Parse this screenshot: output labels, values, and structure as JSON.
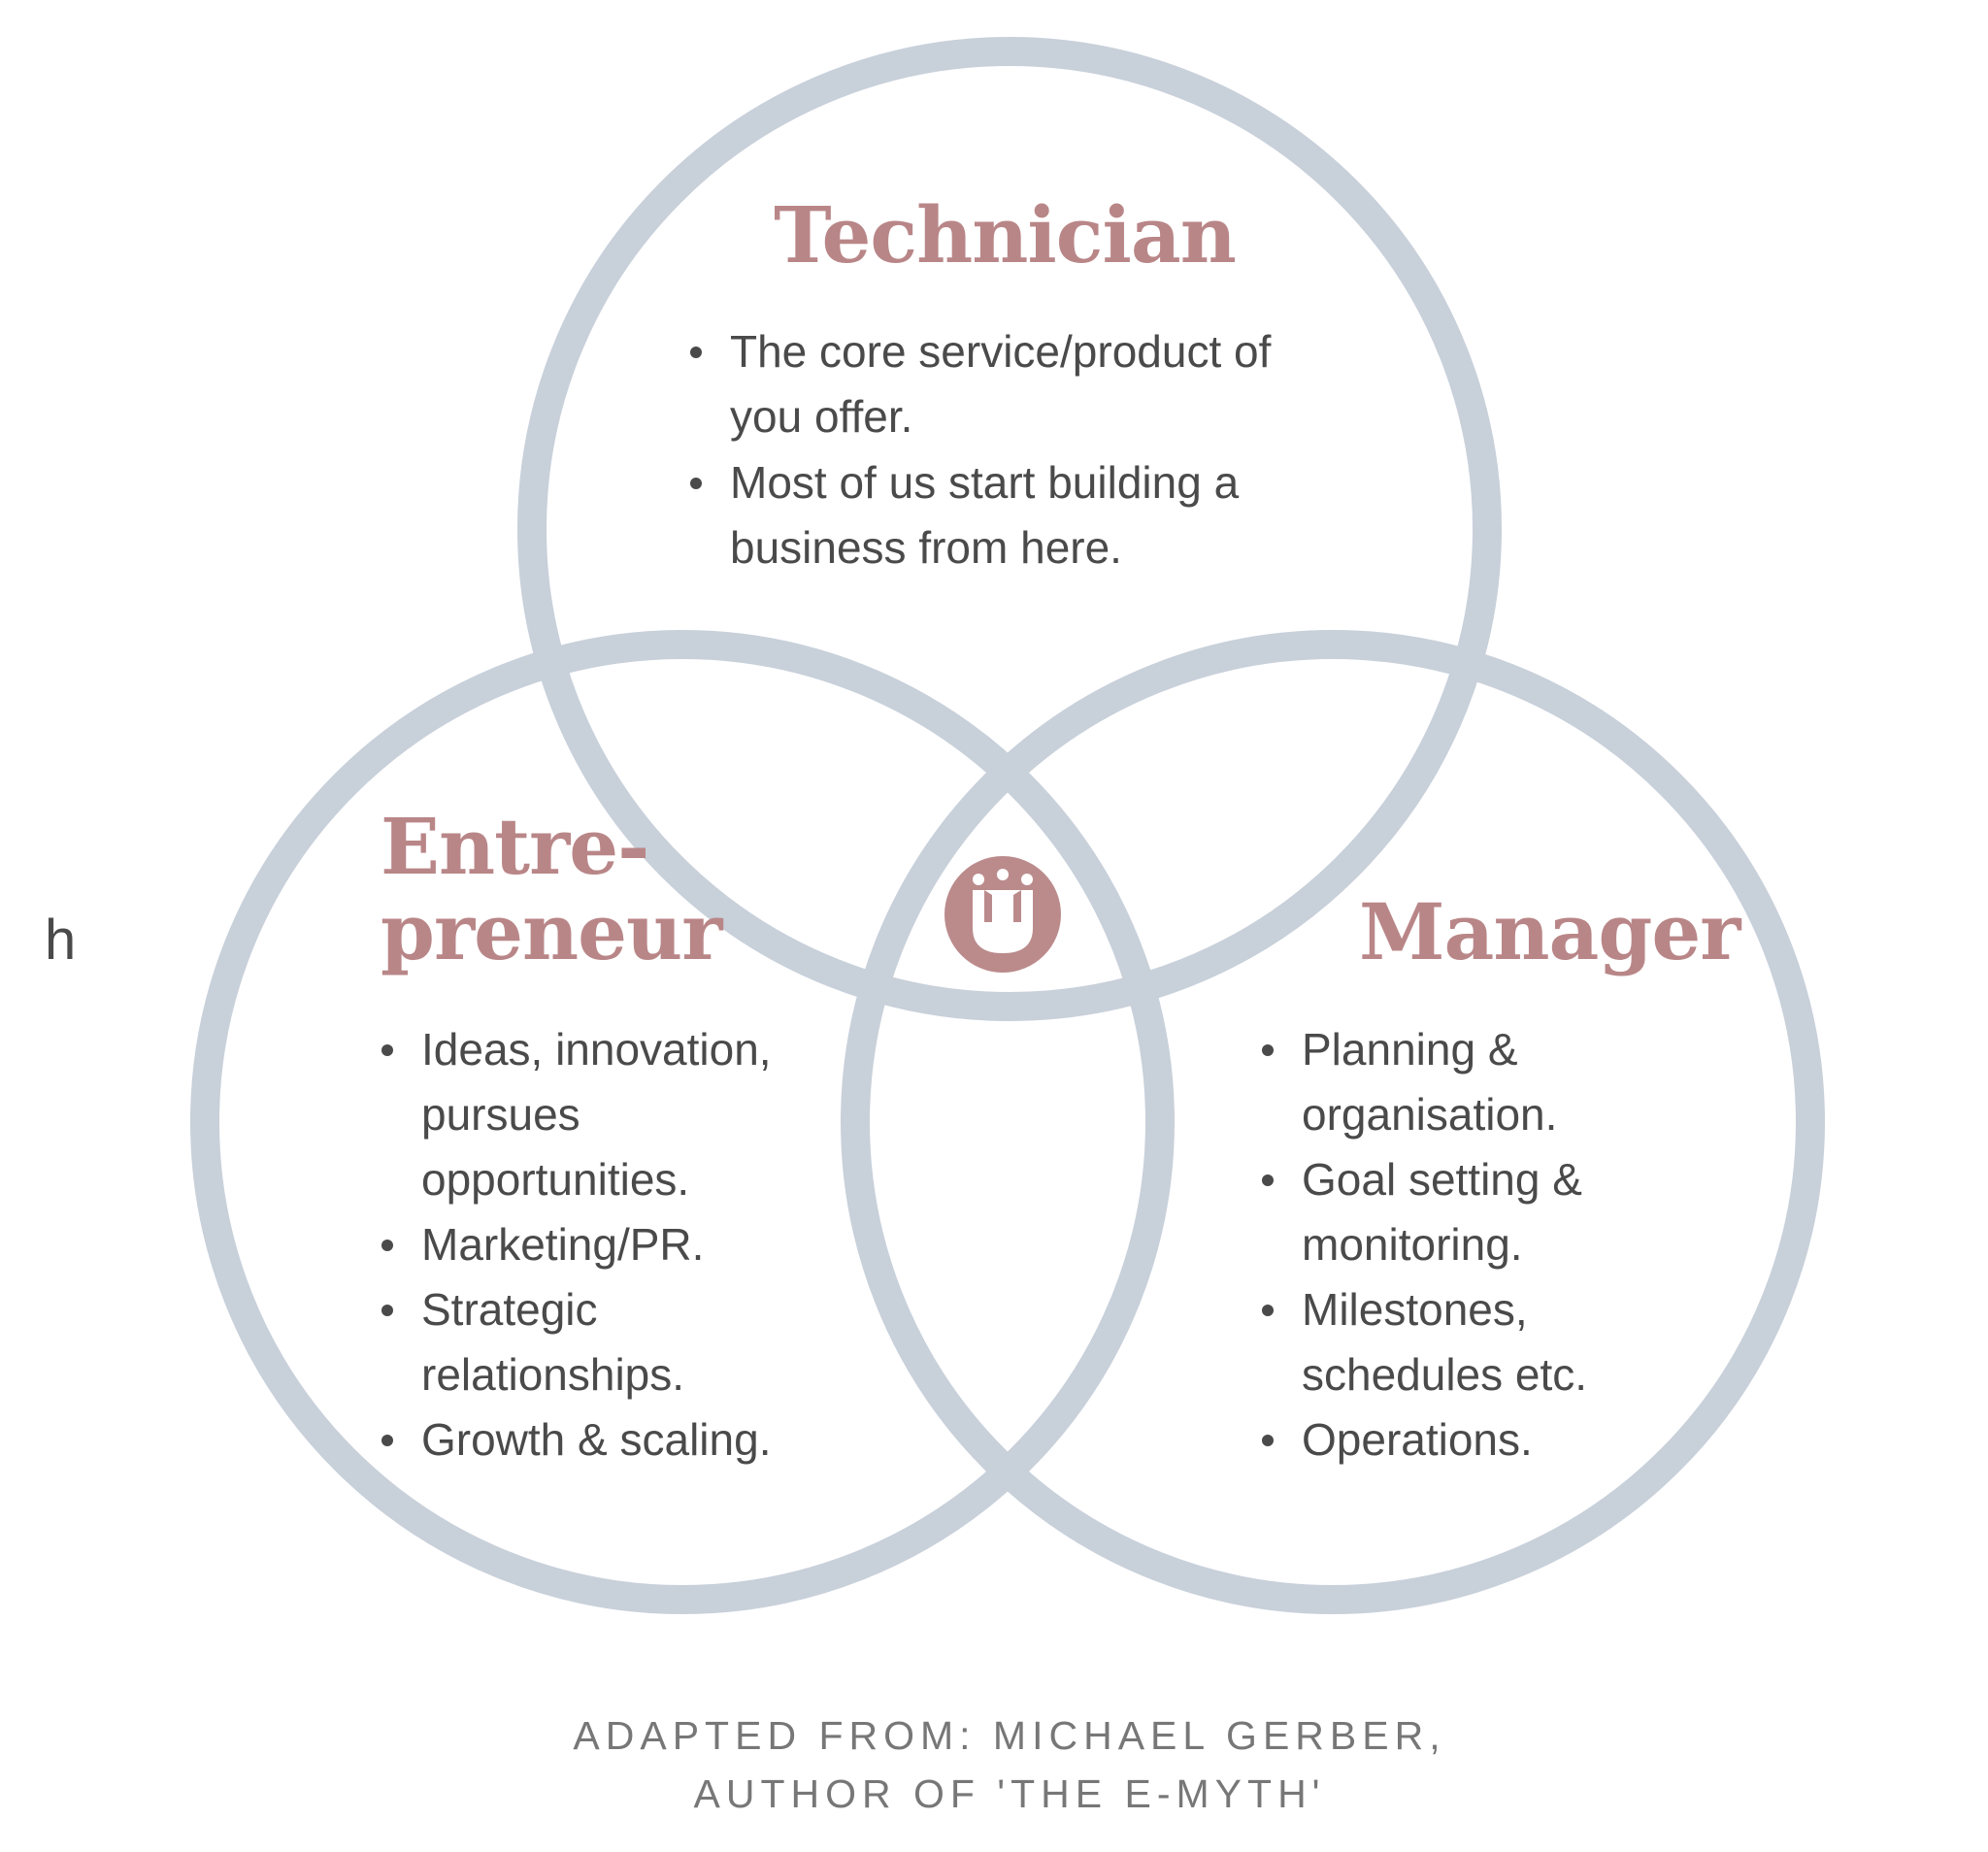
{
  "colors": {
    "ring": "#c8d0da",
    "heading": "#b98688",
    "body_text": "#4a4a4a",
    "caption": "#777777",
    "logo": "#bb8b8c"
  },
  "stray_mark": "h",
  "technician": {
    "title": "Technician",
    "bullets": [
      [
        "The core service/product of",
        "you offer."
      ],
      [
        "Most of us start building a",
        "business from here."
      ]
    ]
  },
  "entrepreneur": {
    "title_lines": [
      "Entre-",
      "preneur"
    ],
    "bullets": [
      [
        "Ideas, innovation,",
        "pursues",
        "opportunities."
      ],
      [
        "Marketing/PR."
      ],
      [
        "Strategic",
        "relationships."
      ],
      [
        "Growth & scaling."
      ]
    ]
  },
  "manager": {
    "title": "Manager",
    "bullets": [
      [
        "Planning &",
        "organisation."
      ],
      [
        "Goal setting &",
        "monitoring."
      ],
      [
        "Milestones,",
        "schedules etc."
      ],
      [
        "Operations."
      ]
    ]
  },
  "logo": {
    "icon": "crown-icon"
  },
  "caption": {
    "lines": [
      "ADAPTED FROM: MICHAEL GERBER,",
      "AUTHOR OF 'THE E-MYTH'"
    ]
  }
}
